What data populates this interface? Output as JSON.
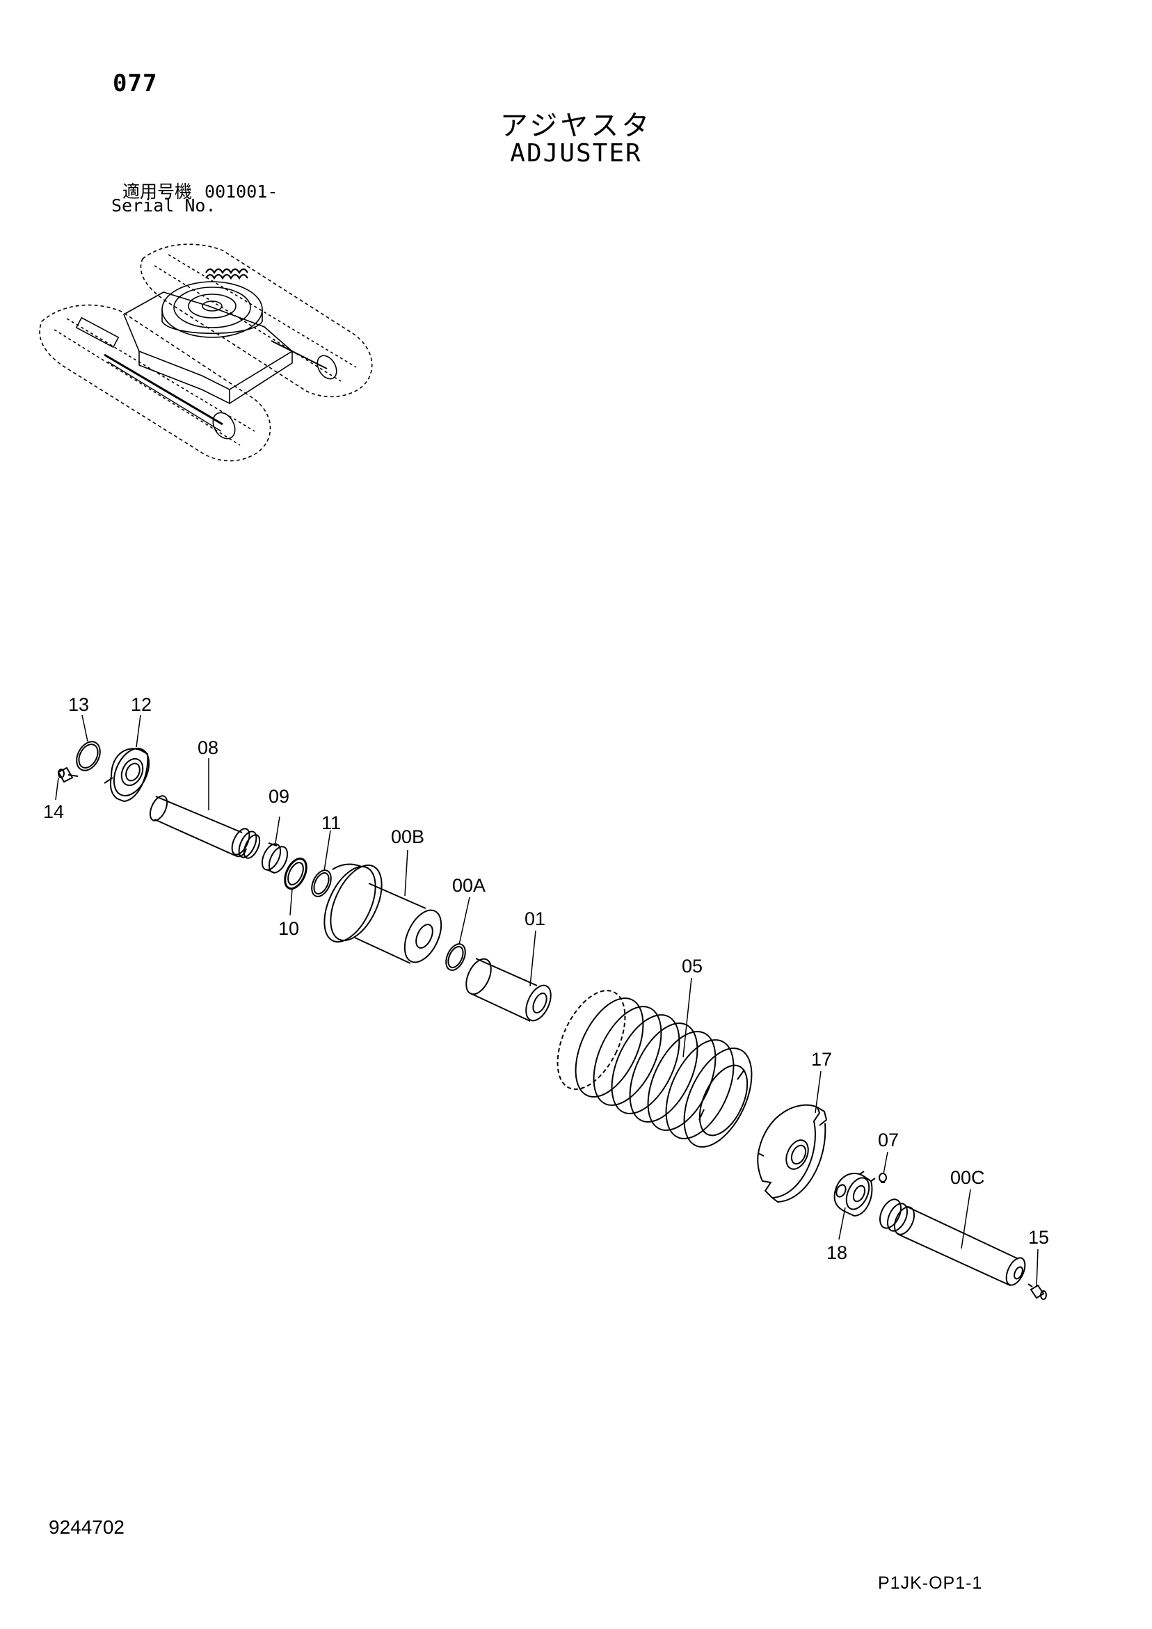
{
  "header": {
    "page_number": "077",
    "title_jp": "アジヤスタ",
    "title_en": "ADJUSTER",
    "serial_label_jp": "適用号機",
    "serial_value": "001001-",
    "serial_label_en": "Serial No."
  },
  "callouts": {
    "c13": "13",
    "c12": "12",
    "c14": "14",
    "c08": "08",
    "c09": "09",
    "c11": "11",
    "c10": "10",
    "c00B": "00B",
    "c00A": "00A",
    "c01": "01",
    "c05": "05",
    "c17": "17",
    "c07": "07",
    "c00C": "00C",
    "c18": "18",
    "c15": "15"
  },
  "footer": {
    "doc_number": "9244702",
    "page_code": "P1JK-OP1-1"
  }
}
